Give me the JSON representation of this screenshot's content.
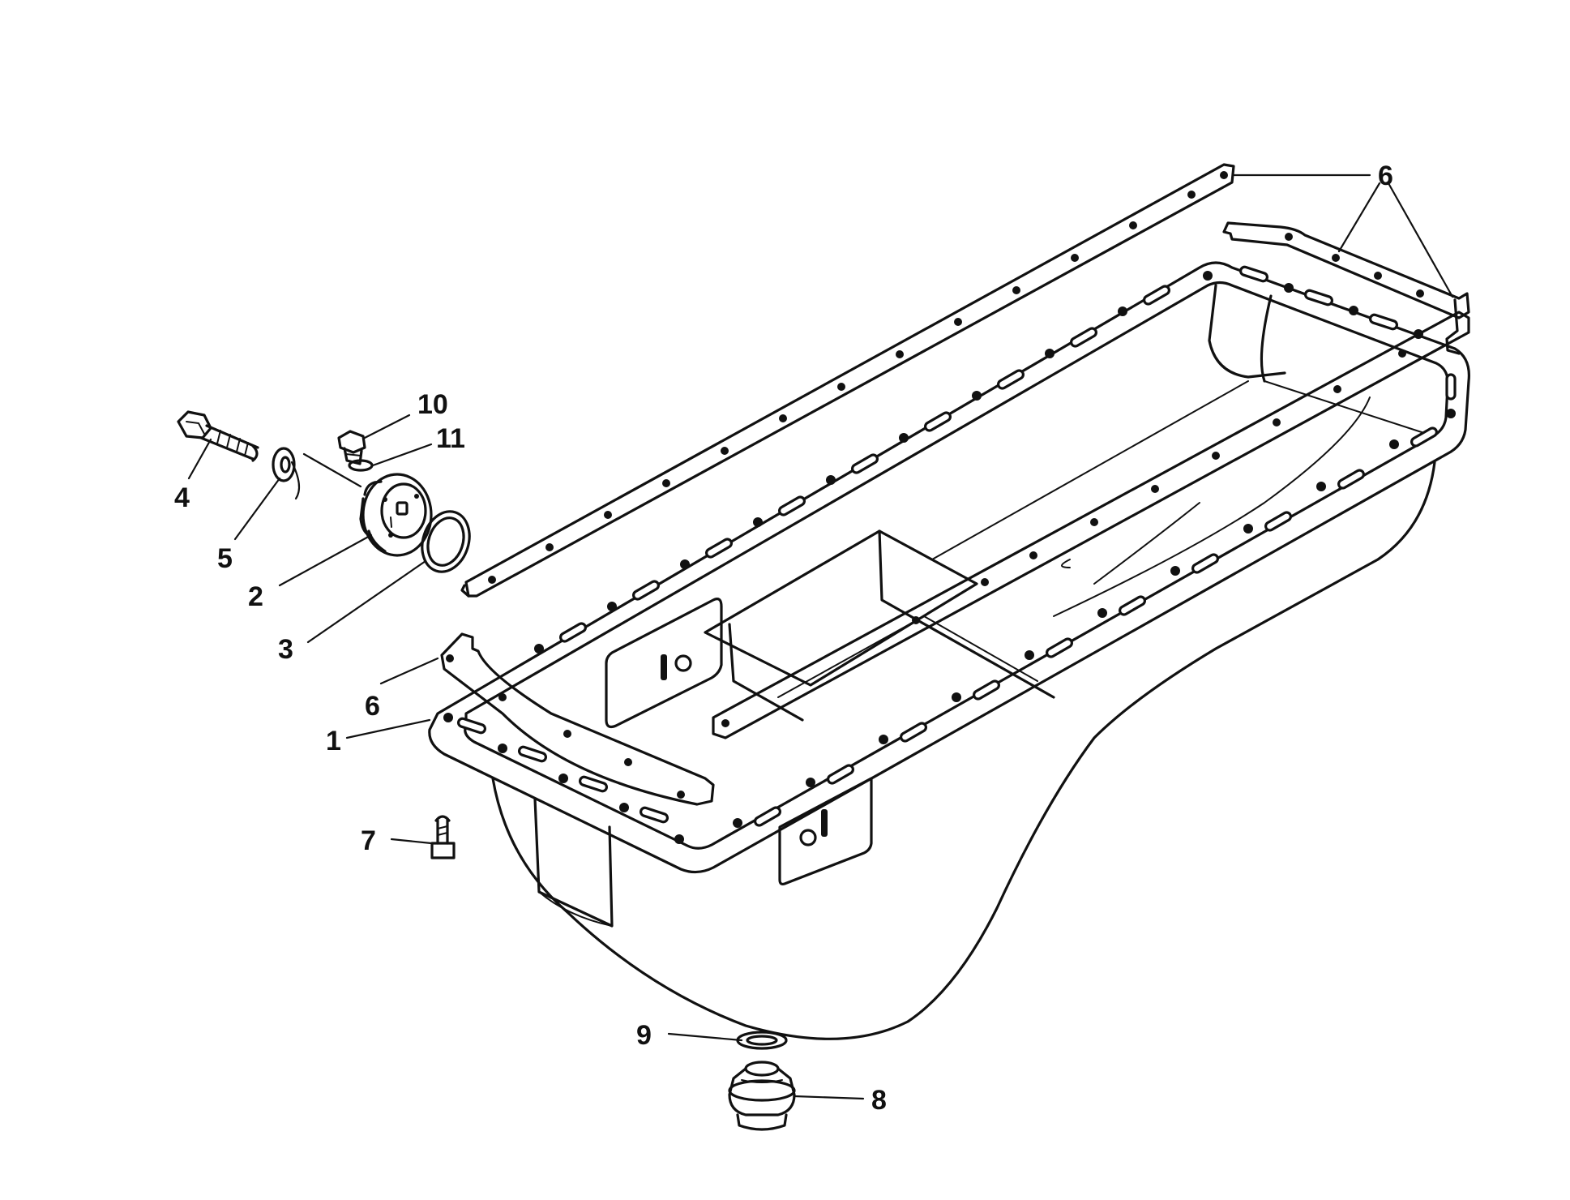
{
  "callouts": {
    "c1": "1",
    "c2": "2",
    "c3": "3",
    "c4": "4",
    "c5": "5",
    "c6_top": "6",
    "c6_left": "6",
    "c7": "7",
    "c8": "8",
    "c9": "9",
    "c10": "10",
    "c11": "11"
  }
}
